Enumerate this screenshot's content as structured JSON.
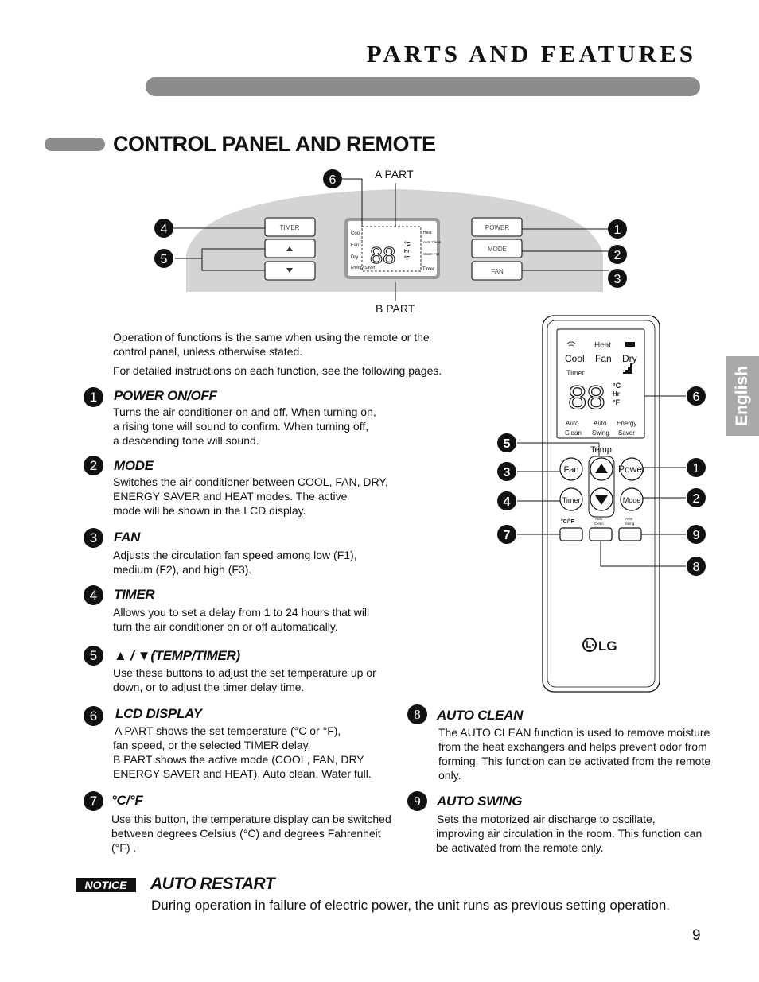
{
  "header": {
    "title": "PARTS AND FEATURES"
  },
  "section": {
    "title": "CONTROL PANEL AND REMOTE"
  },
  "language_tab": "English",
  "panel": {
    "a_part": "A PART",
    "b_part": "B PART",
    "buttons": {
      "timer": "TIMER",
      "power": "POWER",
      "mode": "MODE",
      "fan": "FAN"
    },
    "display": {
      "digits": "88",
      "left_labels": [
        "Cool",
        "Fan",
        "Dry",
        "Energy Saver"
      ],
      "right_labels": [
        "Heat",
        "Auto Clean",
        "Water Full",
        "Timer"
      ],
      "units": [
        "°C",
        "Hr",
        "°F"
      ]
    }
  },
  "remote": {
    "display": {
      "heat": "Heat",
      "modes": [
        "Cool",
        "Fan",
        "Dry"
      ],
      "timer": "Timer",
      "digits": "88",
      "units": [
        "°C",
        "Hr",
        "°F"
      ],
      "bottom": [
        "Auto Clean",
        "Auto Swing",
        "Energy Saver"
      ]
    },
    "temp_label": "Temp",
    "buttons": {
      "fan": "Fan",
      "power": "Power",
      "timer": "Timer",
      "mode": "Mode"
    },
    "small_labels": [
      "°C/°F",
      "Auto Clean",
      "Auto Swing"
    ],
    "logo": "LG"
  },
  "callouts": [
    "1",
    "2",
    "3",
    "4",
    "5",
    "6",
    "7",
    "8",
    "9"
  ],
  "intro": [
    "Operation of functions is the same when using the remote or the",
    "control panel, unless otherwise stated.",
    "For detailed instructions on each function, see the following pages."
  ],
  "features": [
    {
      "num": "1",
      "title": "POWER ON/OFF",
      "body": [
        "Turns the air conditioner on and off. When turning on,",
        "a rising tone will sound to confirm. When turning off,",
        "a descending tone will sound."
      ]
    },
    {
      "num": "2",
      "title": "MODE",
      "body": [
        "Switches the air conditioner between COOL, FAN, DRY,",
        "ENERGY SAVER and HEAT modes. The active",
        "mode will be shown in the LCD display."
      ]
    },
    {
      "num": "3",
      "title": "FAN",
      "body": [
        "Adjusts the circulation fan speed among low (F1),",
        "medium (F2), and high (F3)."
      ]
    },
    {
      "num": "4",
      "title": "TIMER",
      "body": [
        "Allows you to set a delay from 1 to 24 hours that will",
        "turn the air conditioner on or off automatically."
      ]
    },
    {
      "num": "5",
      "title": "▲ / ▼(TEMP/TIMER)",
      "body": [
        "Use these buttons to adjust the set temperature up or",
        "down, or to adjust the timer delay time."
      ]
    },
    {
      "num": "6",
      "title": "LCD DISPLAY",
      "body": [
        "A PART shows the set temperature (°C or °F),",
        "fan speed, or the selected TIMER delay.",
        "B PART shows the active mode (COOL, FAN, DRY",
        "ENERGY SAVER and HEAT), Auto clean, Water full."
      ]
    },
    {
      "num": "7",
      "title": "°C/°F",
      "body": [
        "Use this button, the temperature display can be switched",
        "between degrees Celsius (°C) and degrees Fahrenheit",
        "(°F) ."
      ]
    },
    {
      "num": "8",
      "title": "AUTO CLEAN",
      "body": [
        "The AUTO CLEAN function is used to remove moisture",
        "from the heat exchangers and helps prevent odor from",
        "forming. This function can be activated from the remote",
        "only."
      ]
    },
    {
      "num": "9",
      "title": "AUTO SWING",
      "body": [
        "Sets the motorized air discharge to oscillate,",
        "improving air circulation in the room. This function can",
        "be activated from the remote only."
      ]
    }
  ],
  "notice": {
    "badge": "NOTICE",
    "title": "AUTO RESTART",
    "body": "During operation in failure of electric power, the unit runs as previous setting operation."
  },
  "page_number": "9"
}
